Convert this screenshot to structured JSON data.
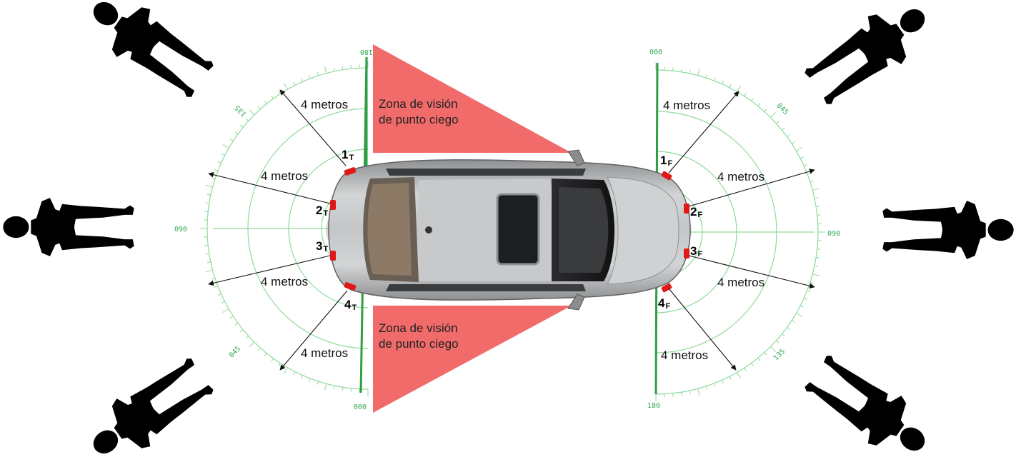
{
  "distance_label": "4 metros",
  "blind_zone": {
    "line1": "Zona de visión",
    "line2": "de punto ciego"
  },
  "sensors_rear": [
    {
      "num": "1",
      "sub": "T"
    },
    {
      "num": "2",
      "sub": "T"
    },
    {
      "num": "3",
      "sub": "T"
    },
    {
      "num": "4",
      "sub": "T"
    }
  ],
  "sensors_front": [
    {
      "num": "1",
      "sub": "F"
    },
    {
      "num": "2",
      "sub": "F"
    },
    {
      "num": "3",
      "sub": "F"
    },
    {
      "num": "4",
      "sub": "F"
    }
  ],
  "rear_scale": {
    "top": "180",
    "left_upper": "135",
    "left": "090",
    "left_lower": "045",
    "bottom": "000"
  },
  "front_scale": {
    "top": "000",
    "right_upper": "045",
    "right": "090",
    "right_lower": "135",
    "bottom": "180"
  },
  "colors": {
    "grid": "#8fd99a",
    "axis": "#2e9e45",
    "blind_zone": "#f26b6b",
    "sensor": "#e01818",
    "silhouette": "#000000",
    "car_body": "#b9bbbd"
  }
}
